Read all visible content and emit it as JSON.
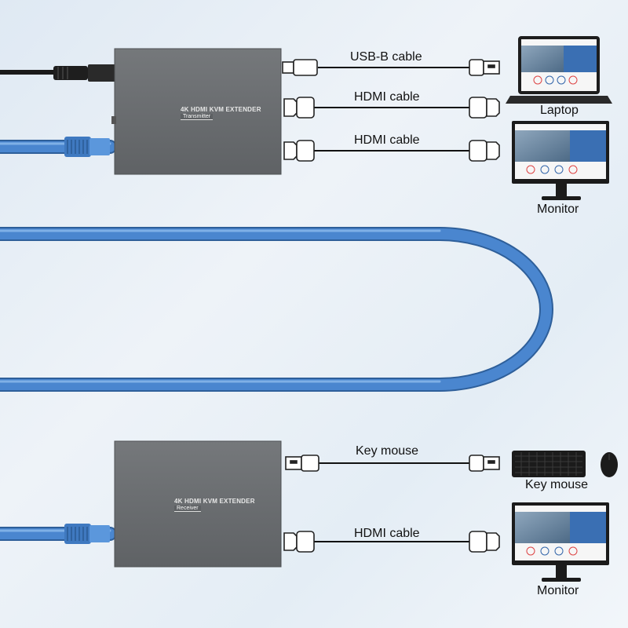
{
  "transmitter": {
    "title": "4K HDMI KVM EXTENDER",
    "subtitle": "Transmitter"
  },
  "receiver": {
    "title": "4K HDMI KVM EXTENDER",
    "subtitle": "Receiver"
  },
  "cables": {
    "usb_b": "USB-B cable",
    "hdmi_1": "HDMI cable",
    "hdmi_2": "HDMI cable",
    "key_mouse": "Key mouse",
    "hdmi_3": "HDMI cable"
  },
  "devices": {
    "laptop": "Laptop",
    "monitor_top": "Monitor",
    "keyboard": "Key mouse",
    "monitor_bottom": "Monitor"
  },
  "colors": {
    "network_cable": "#4a86cf",
    "device_body": "#6b6e71",
    "cable_line": "#111111"
  }
}
